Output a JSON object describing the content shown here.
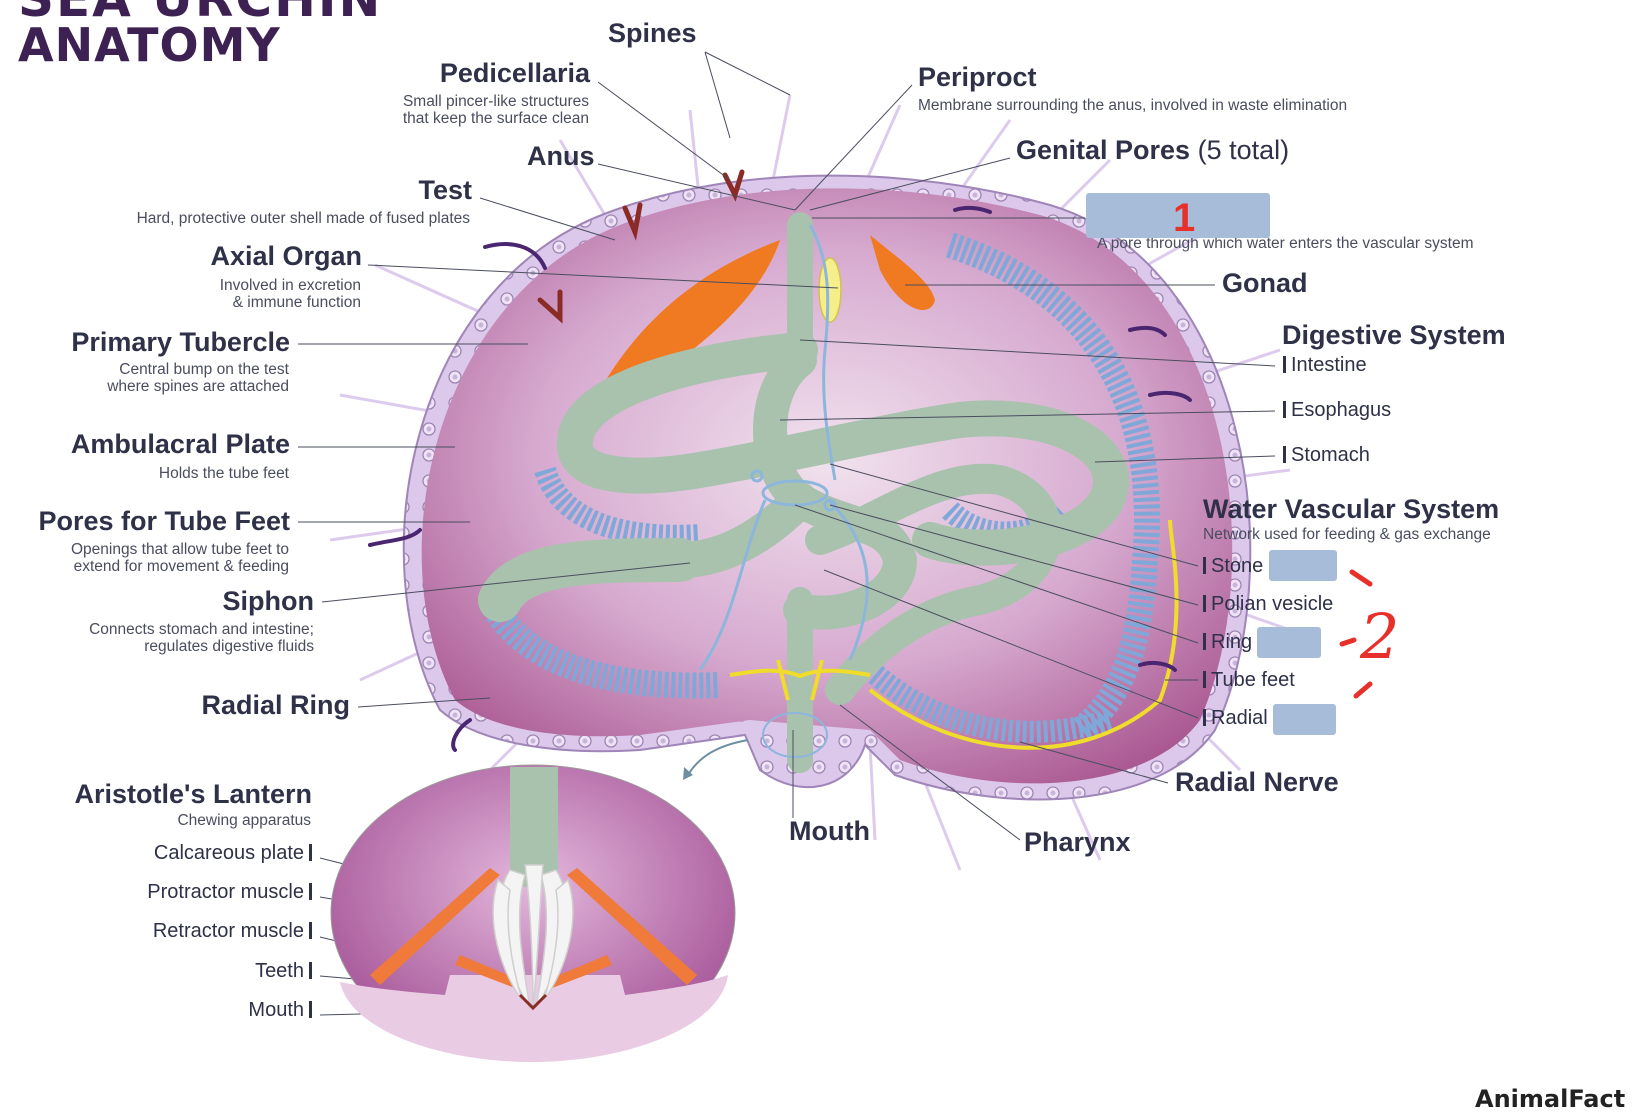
{
  "header": {
    "line1": "SEA URCHIN",
    "line2": "ANATOMY"
  },
  "labels": {
    "spines": "Spines",
    "pedicellaria": "Pedicellaria",
    "pedicellaria_desc1": "Small pincer-like structures",
    "pedicellaria_desc2": "that keep the surface clean",
    "anus": "Anus",
    "test": "Test",
    "test_desc": "Hard, protective outer shell made of fused plates",
    "axial": "Axial Organ",
    "axial_desc1": "Involved in excretion",
    "axial_desc2": "& immune function",
    "primary": "Primary Tubercle",
    "primary_desc1": "Central bump on the test",
    "primary_desc2": "where spines are attached",
    "ambulacral": "Ambulacral Plate",
    "ambulacral_desc": "Holds the tube feet",
    "pores": "Pores for Tube Feet",
    "pores_desc1": "Openings that allow tube feet to",
    "pores_desc2": "extend for movement & feeding",
    "siphon": "Siphon",
    "siphon_desc1": "Connects stomach and intestine;",
    "siphon_desc2": "regulates digestive fluids",
    "radial_ring": "Radial Ring",
    "periproct": "Periproct",
    "periproct_desc": "Membrane surrounding the anus, involved in waste elimination",
    "genital": "Genital Pores",
    "genital_count": "(5 total)",
    "madreporite_desc": "A pore through which water enters the vascular system",
    "gonad": "Gonad",
    "digestive": "Digestive System",
    "intestine": "Intestine",
    "esophagus": "Esophagus",
    "stomach": "Stomach",
    "wvs": "Water Vascular System",
    "wvs_desc": "Network used for feeding & gas exchange",
    "stone": "Stone",
    "polian": "Polian vesicle",
    "ring": "Ring",
    "tube_feet": "Tube feet",
    "radial": "Radial",
    "radial_nerve": "Radial Nerve",
    "mouth": "Mouth",
    "pharynx": "Pharynx",
    "lantern": "Aristotle's Lantern",
    "lantern_desc": "Chewing apparatus",
    "calcareous": "Calcareous plate",
    "protractor": "Protractor muscle",
    "retractor": "Retractor muscle",
    "teeth": "Teeth",
    "lantern_mouth": "Mouth"
  },
  "annotations": {
    "mark1": "1",
    "mark2": "2"
  },
  "logo": "AnimalFact",
  "colors": {
    "shell": "#d9c6e6",
    "interior": "#b777b0",
    "gut": "#a9c2ad",
    "canal": "#9dc0de",
    "nerve": "#f0dc2a",
    "gonad": "#f07a22",
    "mask": "#a6bcd9",
    "ink": "#e8302a"
  }
}
